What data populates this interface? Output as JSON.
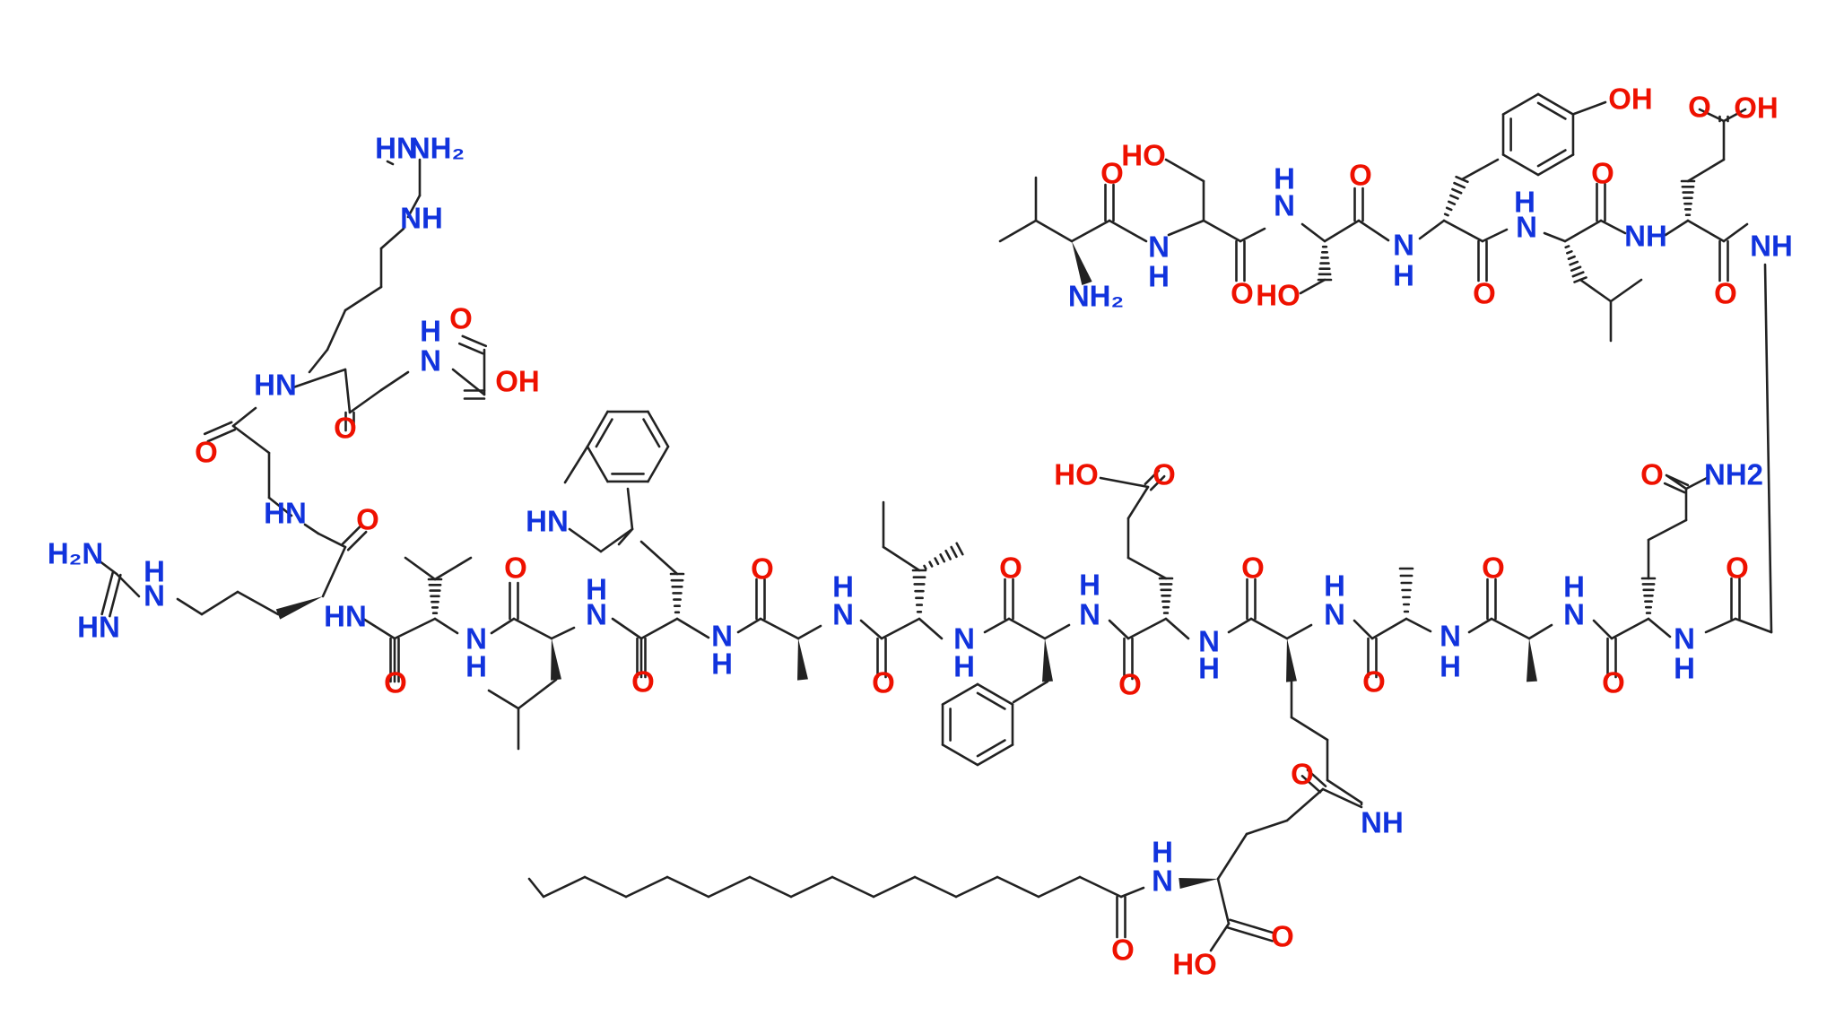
{
  "labels": {
    "O": "O",
    "OH": "OH",
    "HO": "HO",
    "NH": "NH",
    "HN": "HN",
    "N": "N",
    "H": "H",
    "NH2": "NH2",
    "H2N": "H2N",
    "NH2_sub": "NH₂",
    "H2N_sub": "H₂N"
  },
  "colors": {
    "oxygen": "#ee1100",
    "nitrogen": "#1133dd",
    "bond": "#222222"
  }
}
